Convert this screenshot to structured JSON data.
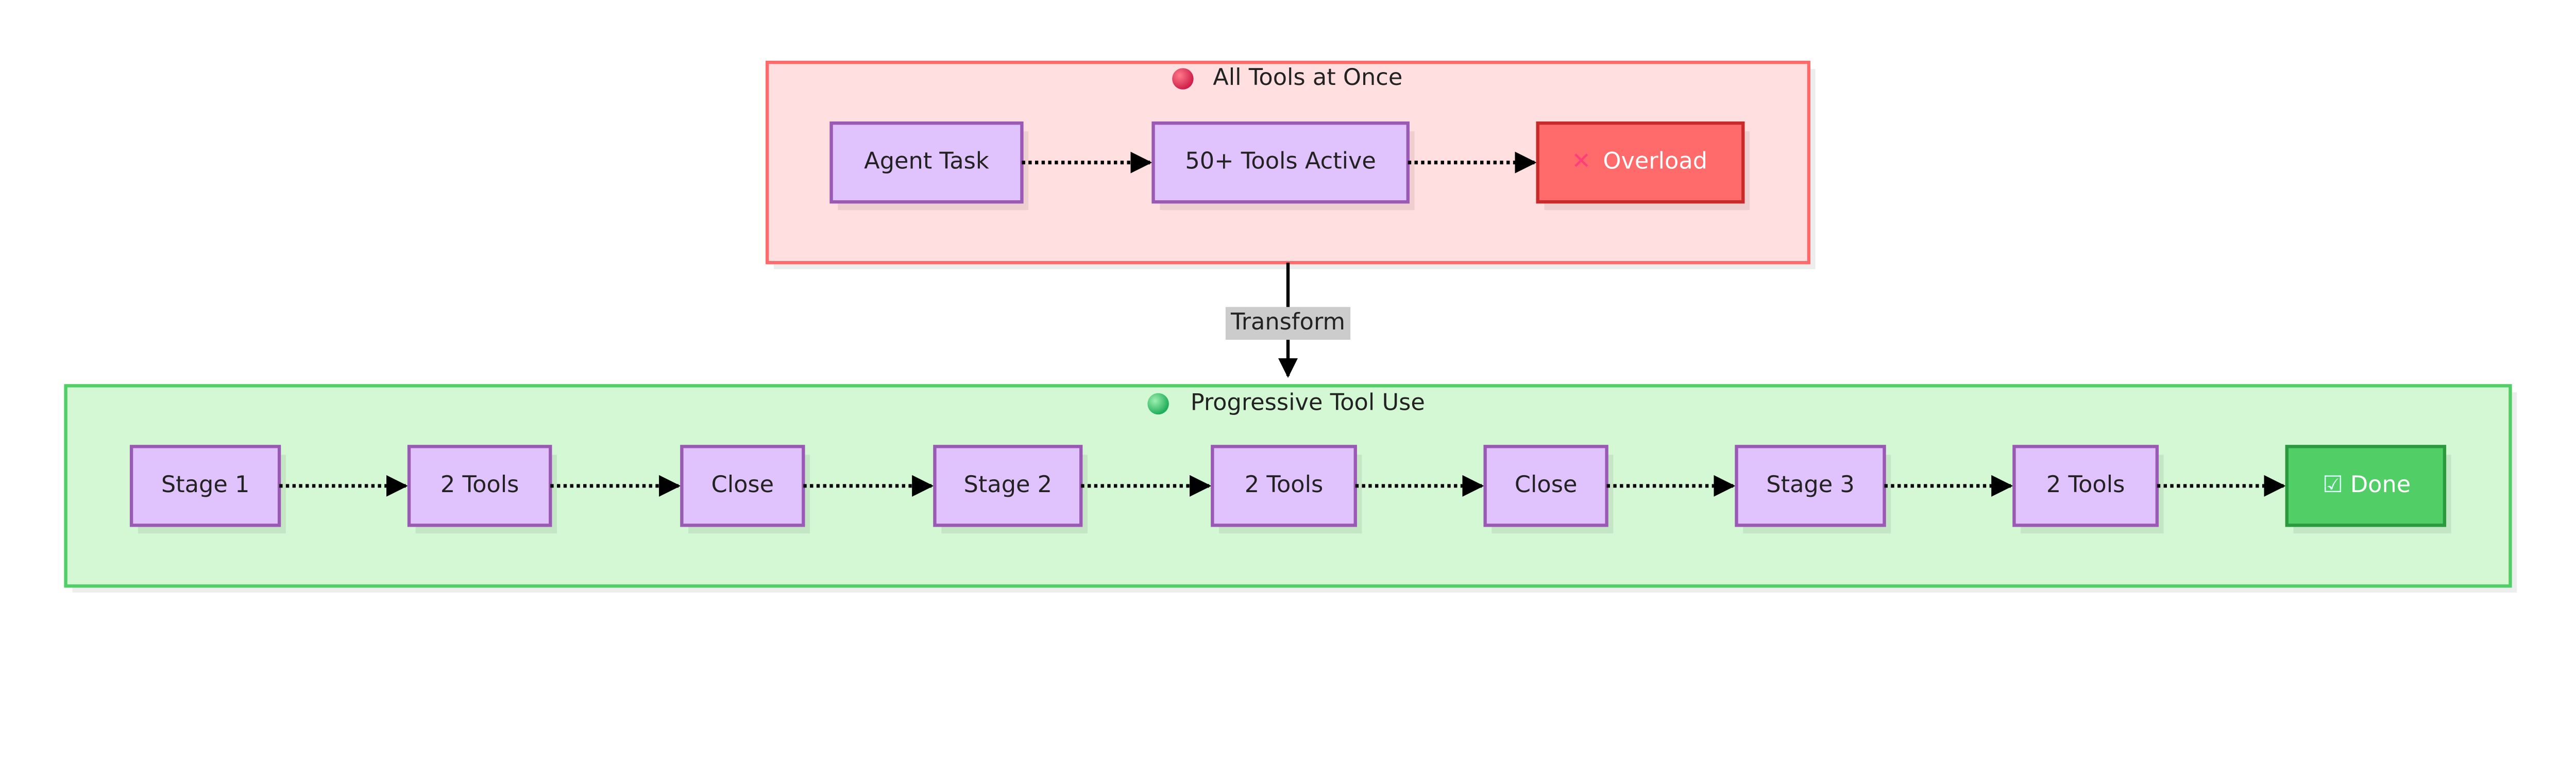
{
  "colors": {
    "node_fill": "#e0c3fc",
    "node_stroke": "#9b59b6",
    "top_group_fill": "#ffdfdf",
    "top_group_stroke": "#ff6b6b",
    "bottom_group_fill": "#d4f8d4",
    "bottom_group_stroke": "#51cf66",
    "overload_fill": "#ff6b6b",
    "overload_stroke": "#c92a2a",
    "done_fill": "#51cf66",
    "done_stroke": "#2b9a3e"
  },
  "top_group": {
    "title": "All Tools at Once",
    "title_icon": "red-circle-icon",
    "nodes": [
      "Agent Task",
      "50+ Tools Active",
      "Overload"
    ],
    "overload_icon": "cross-mark-icon"
  },
  "transition": {
    "label": "Transform"
  },
  "bottom_group": {
    "title": "Progressive Tool Use",
    "title_icon": "green-circle-icon",
    "nodes": [
      "Stage 1",
      "2 Tools",
      "Close",
      "Stage 2",
      "2 Tools",
      "Close",
      "Stage 3",
      "2 Tools",
      "Done"
    ],
    "done_icon": "check-mark-icon"
  }
}
